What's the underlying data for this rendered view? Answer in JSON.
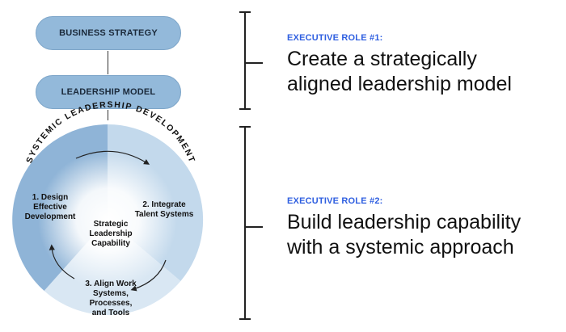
{
  "flow": {
    "business_strategy": "BUSINESS STRATEGY",
    "leadership_model": "LEADERSHIP MODEL"
  },
  "circle": {
    "arc_title": "SYSTEMIC LEADERSHIP DEVELOPMENT",
    "center": [
      "Strategic",
      "Leadership",
      "Capability"
    ],
    "step1": [
      "1. Design",
      "Effective",
      "Development"
    ],
    "step2": [
      "2. Integrate",
      "Talent Systems"
    ],
    "step3": [
      "3. Align Work",
      "Systems,",
      "Processes,",
      "and Tools"
    ],
    "colors": {
      "segment_dark": "#8fb4d7",
      "segment_light": "#c3d9ec",
      "segment_pale": "#d9e7f3",
      "center_glow": "#ffffff"
    }
  },
  "roles": [
    {
      "label": "EXECUTIVE ROLE #1:",
      "lines": [
        "Create a strategically",
        "aligned leadership model"
      ]
    },
    {
      "label": "EXECUTIVE ROLE #2:",
      "lines": [
        "Build leadership capability",
        "with a systemic approach"
      ]
    }
  ],
  "colors": {
    "role_label": "#2f5fe0",
    "pill_fill": "#93b9da",
    "text_dark": "#1b2a3b"
  }
}
